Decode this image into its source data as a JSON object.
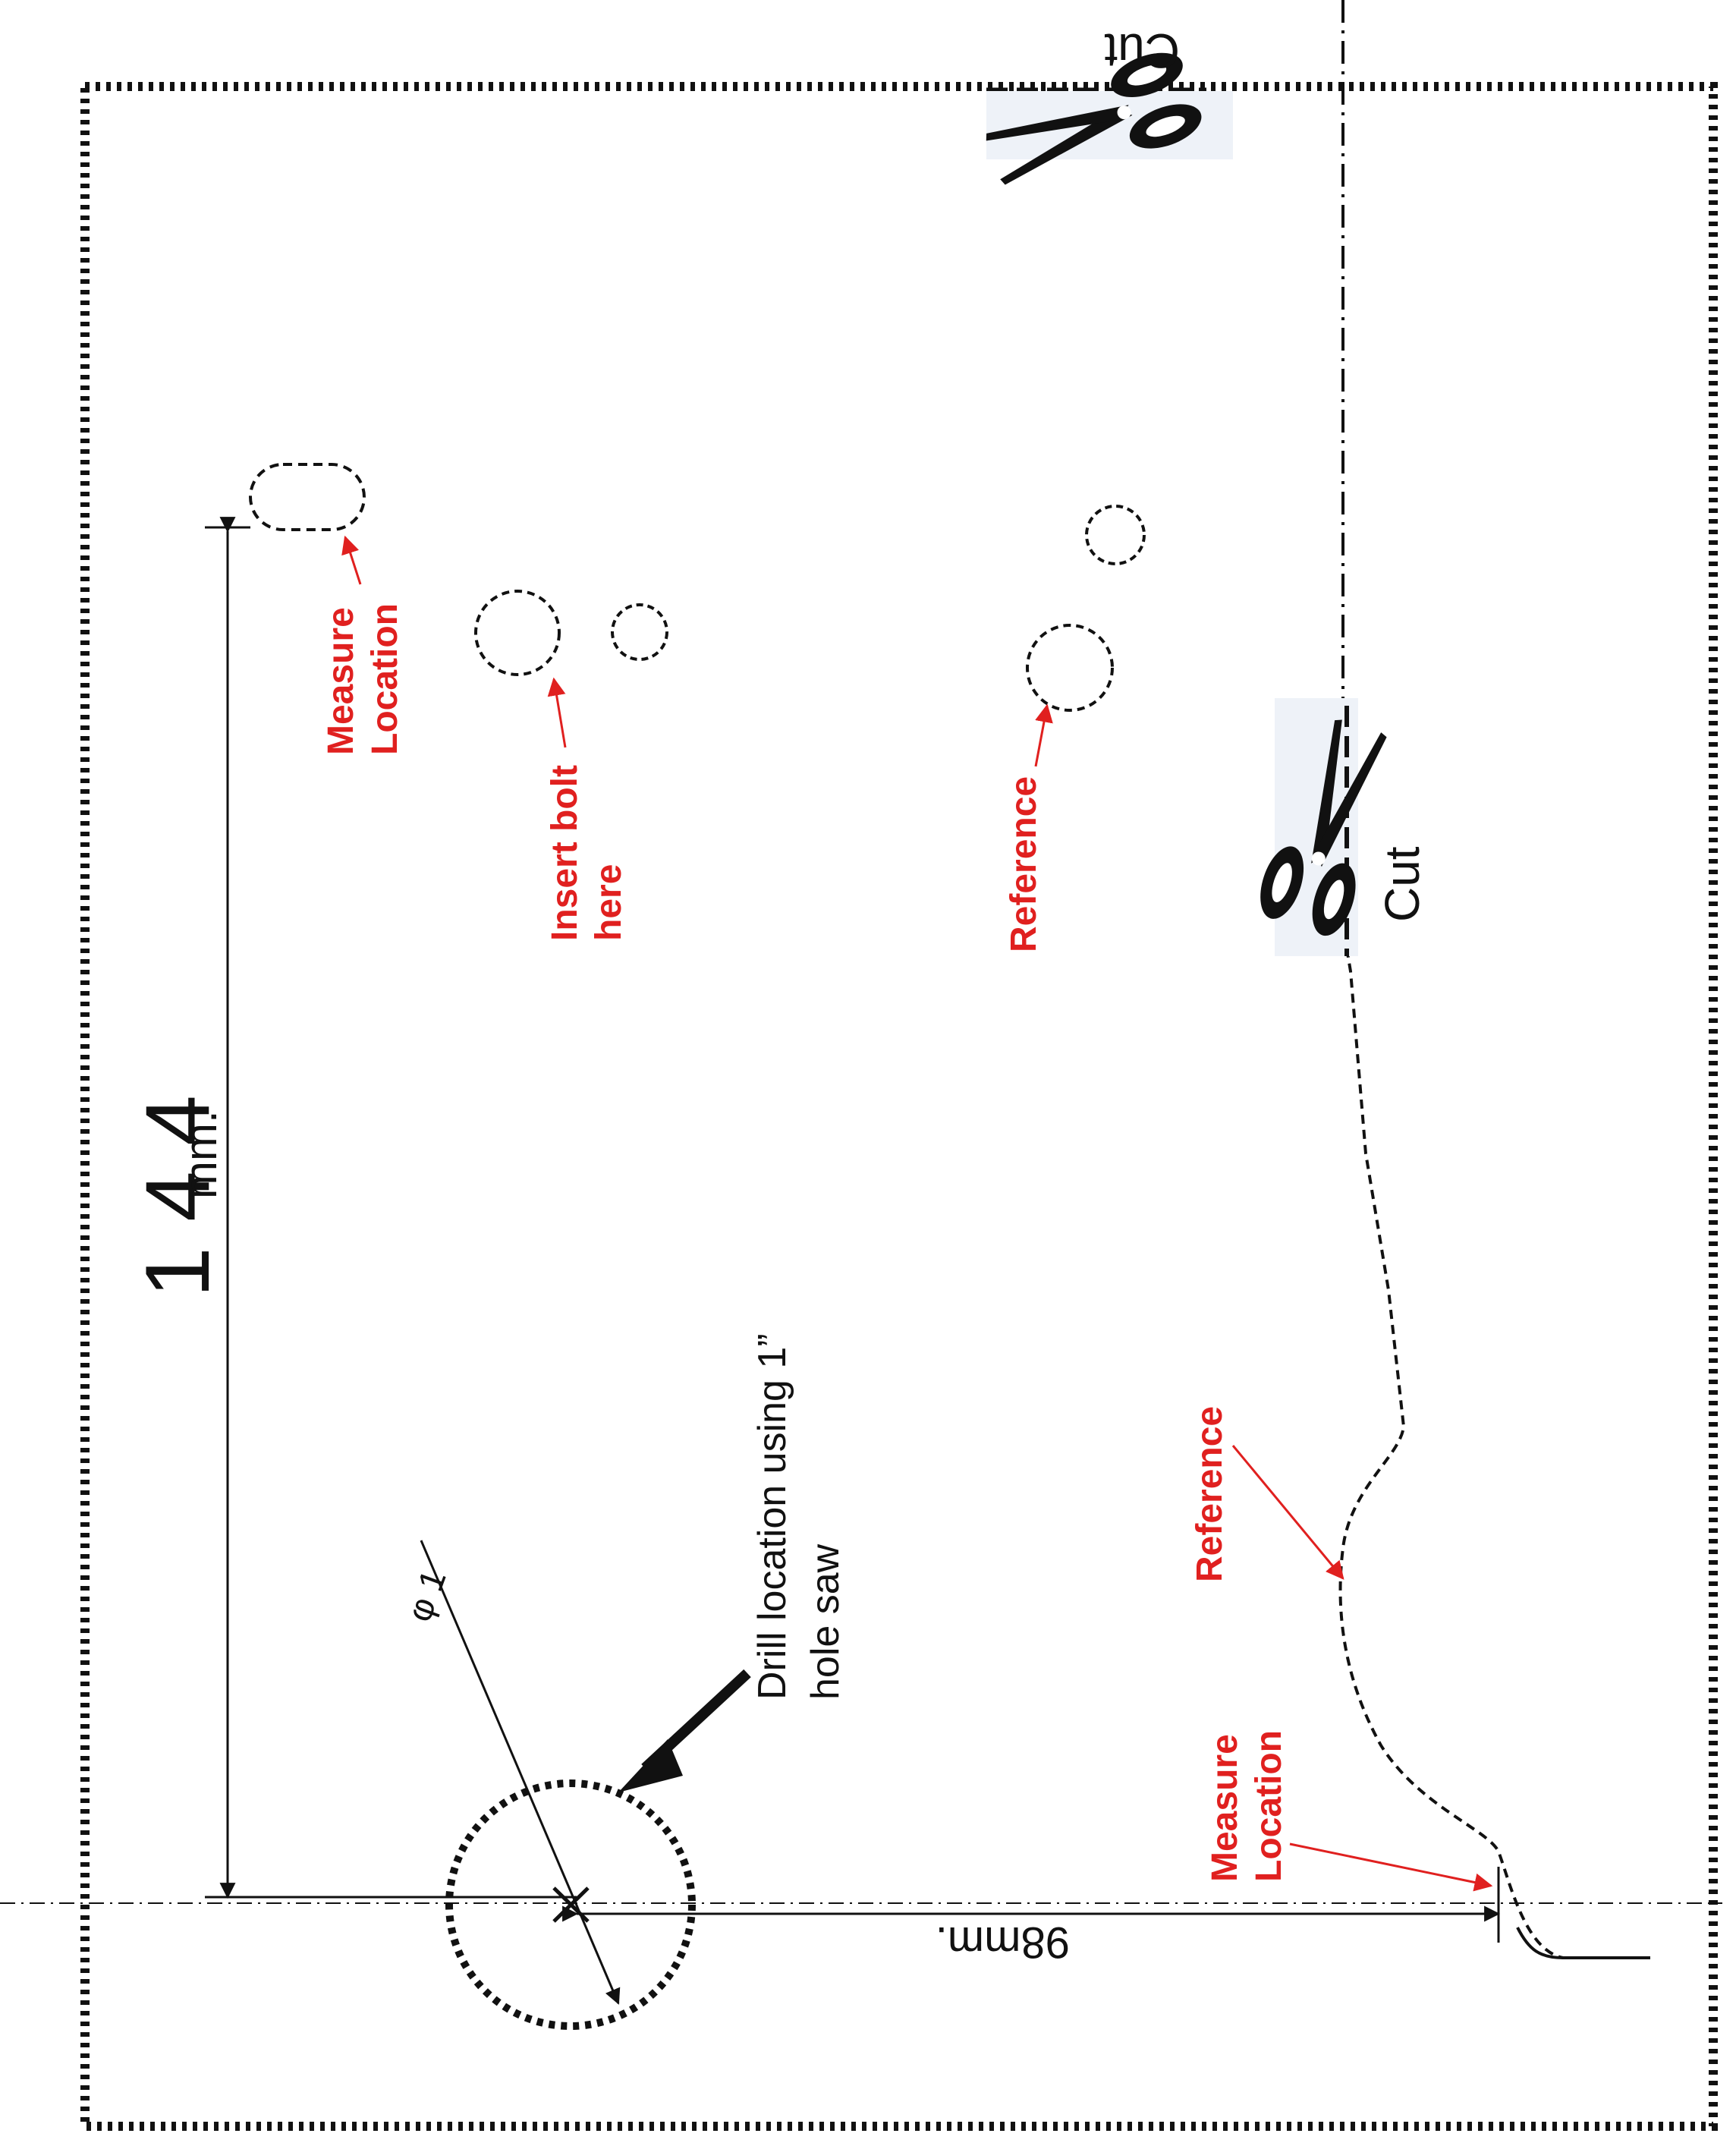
{
  "colors": {
    "line": "#111111",
    "annotation_red": "#e0201f",
    "paper": "#ffffff"
  },
  "icons": [
    "scissors-icon",
    "scissors-icon"
  ],
  "labels": {
    "cut_top": "Cut",
    "cut_right": "Cut",
    "dimension_144_value": "1 4 4",
    "dimension_144_unit": "mm.",
    "dimension_98": "98mm.",
    "phi_label": "φ 1",
    "drill_line1": "Drill location using 1”",
    "drill_line2": "hole saw",
    "measure_location_top_line1": "Measure",
    "measure_location_top_line2": "Location",
    "insert_bolt_line1": "Insert bolt",
    "insert_bolt_line2": "here",
    "reference_top": "Reference",
    "reference_bottom": "Reference",
    "measure_location_bottom_line1": "Measure",
    "measure_location_bottom_line2": "Location"
  }
}
